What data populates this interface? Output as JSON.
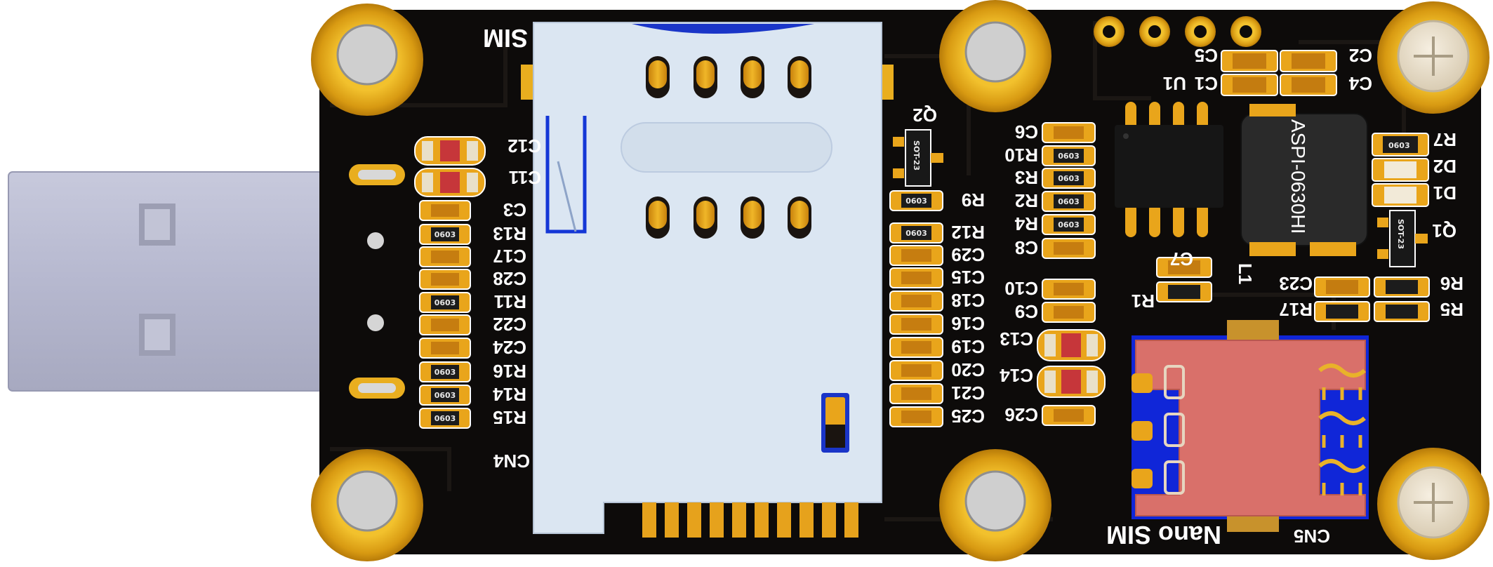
{
  "board": {
    "colors": {
      "pcb": "#0d0b0a",
      "silkscreen": "#ffffff",
      "gold": "#e8ae1c",
      "gold_dark": "#b57e0c",
      "sim_socket": "#dbe6f2",
      "usb_metal": "#b9bbd1",
      "nano_tray": "#d9706a",
      "nano_contacts": "#1026d8",
      "smd_pad": "#e5941f",
      "resistor_body": "#222222",
      "cap_body": "#e5941f",
      "inductor": "#2b2b2b"
    },
    "main_labels": {
      "sim": "SIM",
      "nano_sim": "Nano SIM",
      "cn4": "CN4",
      "cn5": "CN5"
    },
    "chip_labels": {
      "inductor": "ASPI-0630HI",
      "sot23": "SOT-23",
      "package_0603": "0603"
    },
    "left_column": [
      {
        "ref": "C12"
      },
      {
        "ref": "C11"
      },
      {
        "ref": "C3"
      },
      {
        "ref": "R13"
      },
      {
        "ref": "C17"
      },
      {
        "ref": "C28"
      },
      {
        "ref": "R11"
      },
      {
        "ref": "C22"
      },
      {
        "ref": "C24"
      },
      {
        "ref": "R16"
      },
      {
        "ref": "R14"
      },
      {
        "ref": "R15"
      }
    ],
    "middle_column": [
      {
        "ref": "R9"
      },
      {
        "ref": "R12"
      },
      {
        "ref": "C29"
      },
      {
        "ref": "C15"
      },
      {
        "ref": "C18"
      },
      {
        "ref": "C16"
      },
      {
        "ref": "C19"
      },
      {
        "ref": "C20"
      },
      {
        "ref": "C21"
      },
      {
        "ref": "C25"
      }
    ],
    "right_column": [
      {
        "ref": "C6"
      },
      {
        "ref": "R10"
      },
      {
        "ref": "R3"
      },
      {
        "ref": "R2"
      },
      {
        "ref": "R4"
      },
      {
        "ref": "C8"
      },
      {
        "ref": "C10"
      },
      {
        "ref": "C9"
      },
      {
        "ref": "C13"
      },
      {
        "ref": "C14"
      },
      {
        "ref": "C26"
      }
    ],
    "top_right_labels": {
      "c5": "C5",
      "c2": "C2",
      "c1": "C1",
      "c4": "C4",
      "u1": "U1",
      "r7": "R7",
      "d2": "D2",
      "d1": "D1",
      "q1": "Q1",
      "q2": "Q2",
      "l1": "L1",
      "r1": "R1",
      "c7": "C7",
      "c23": "C23",
      "r6": "R6",
      "r17": "R17",
      "r5": "R5"
    }
  }
}
